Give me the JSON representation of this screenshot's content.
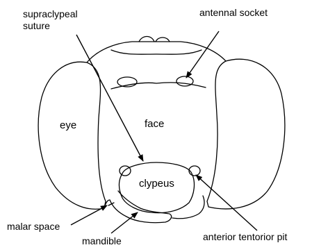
{
  "labels": {
    "supraclypeal_suture": "supraclypeal suture",
    "antennal_socket": "antennal socket",
    "eye": "eye",
    "face": "face",
    "clypeus": "clypeus",
    "malar_space": "malar space",
    "mandible": "mandible",
    "anterior_tentorior_pit": "anterior tentorior pit"
  }
}
